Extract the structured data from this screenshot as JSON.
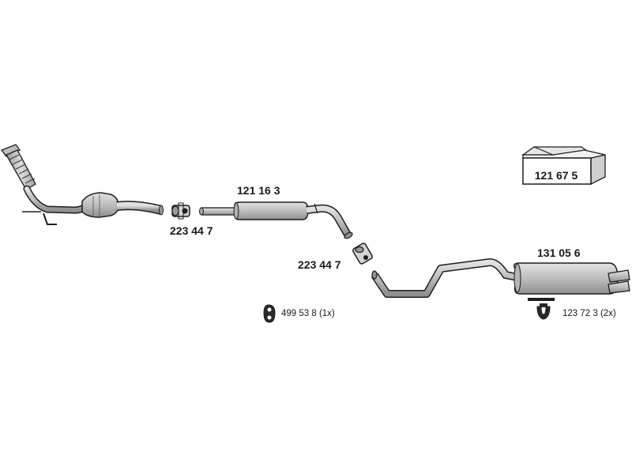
{
  "parts": {
    "catalyst_front_pipe": {
      "icon": "catalytic-converter-pipe"
    },
    "clamp_front": {
      "number": "223 44 7"
    },
    "middle_silencer": {
      "number": "121 16 3"
    },
    "clamp_middle": {
      "number": "223 44 7"
    },
    "rear_silencer": {
      "number": "131 05 6"
    },
    "rubber_mount": {
      "number": "499 53 8 (1x)"
    },
    "rear_hanger": {
      "number": "123 72 3 (2x)"
    },
    "mounting_kit": {
      "number": "121 67 5",
      "icon": "parts-box"
    }
  },
  "colors": {
    "pipe_fill": "#c8c8c8",
    "outline": "#1e1e1e",
    "text": "#1a1a1a"
  }
}
